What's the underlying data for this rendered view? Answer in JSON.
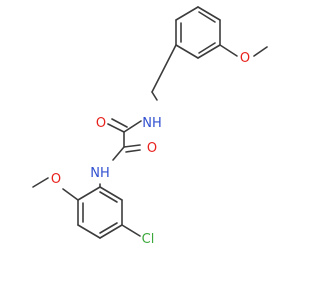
{
  "atoms": {
    "O_methoxy_top": "O",
    "NH_top": "NH",
    "O_carbonyl_left": "O",
    "O_carbonyl_right": "O",
    "NH_bottom": "NH",
    "O_methoxy_bottom": "O",
    "Cl": "Cl"
  },
  "colors": {
    "bond": "#3c3c3c",
    "oxygen": "#e8211c",
    "nitrogen": "#3050d0",
    "chlorine": "#3aa83a"
  }
}
